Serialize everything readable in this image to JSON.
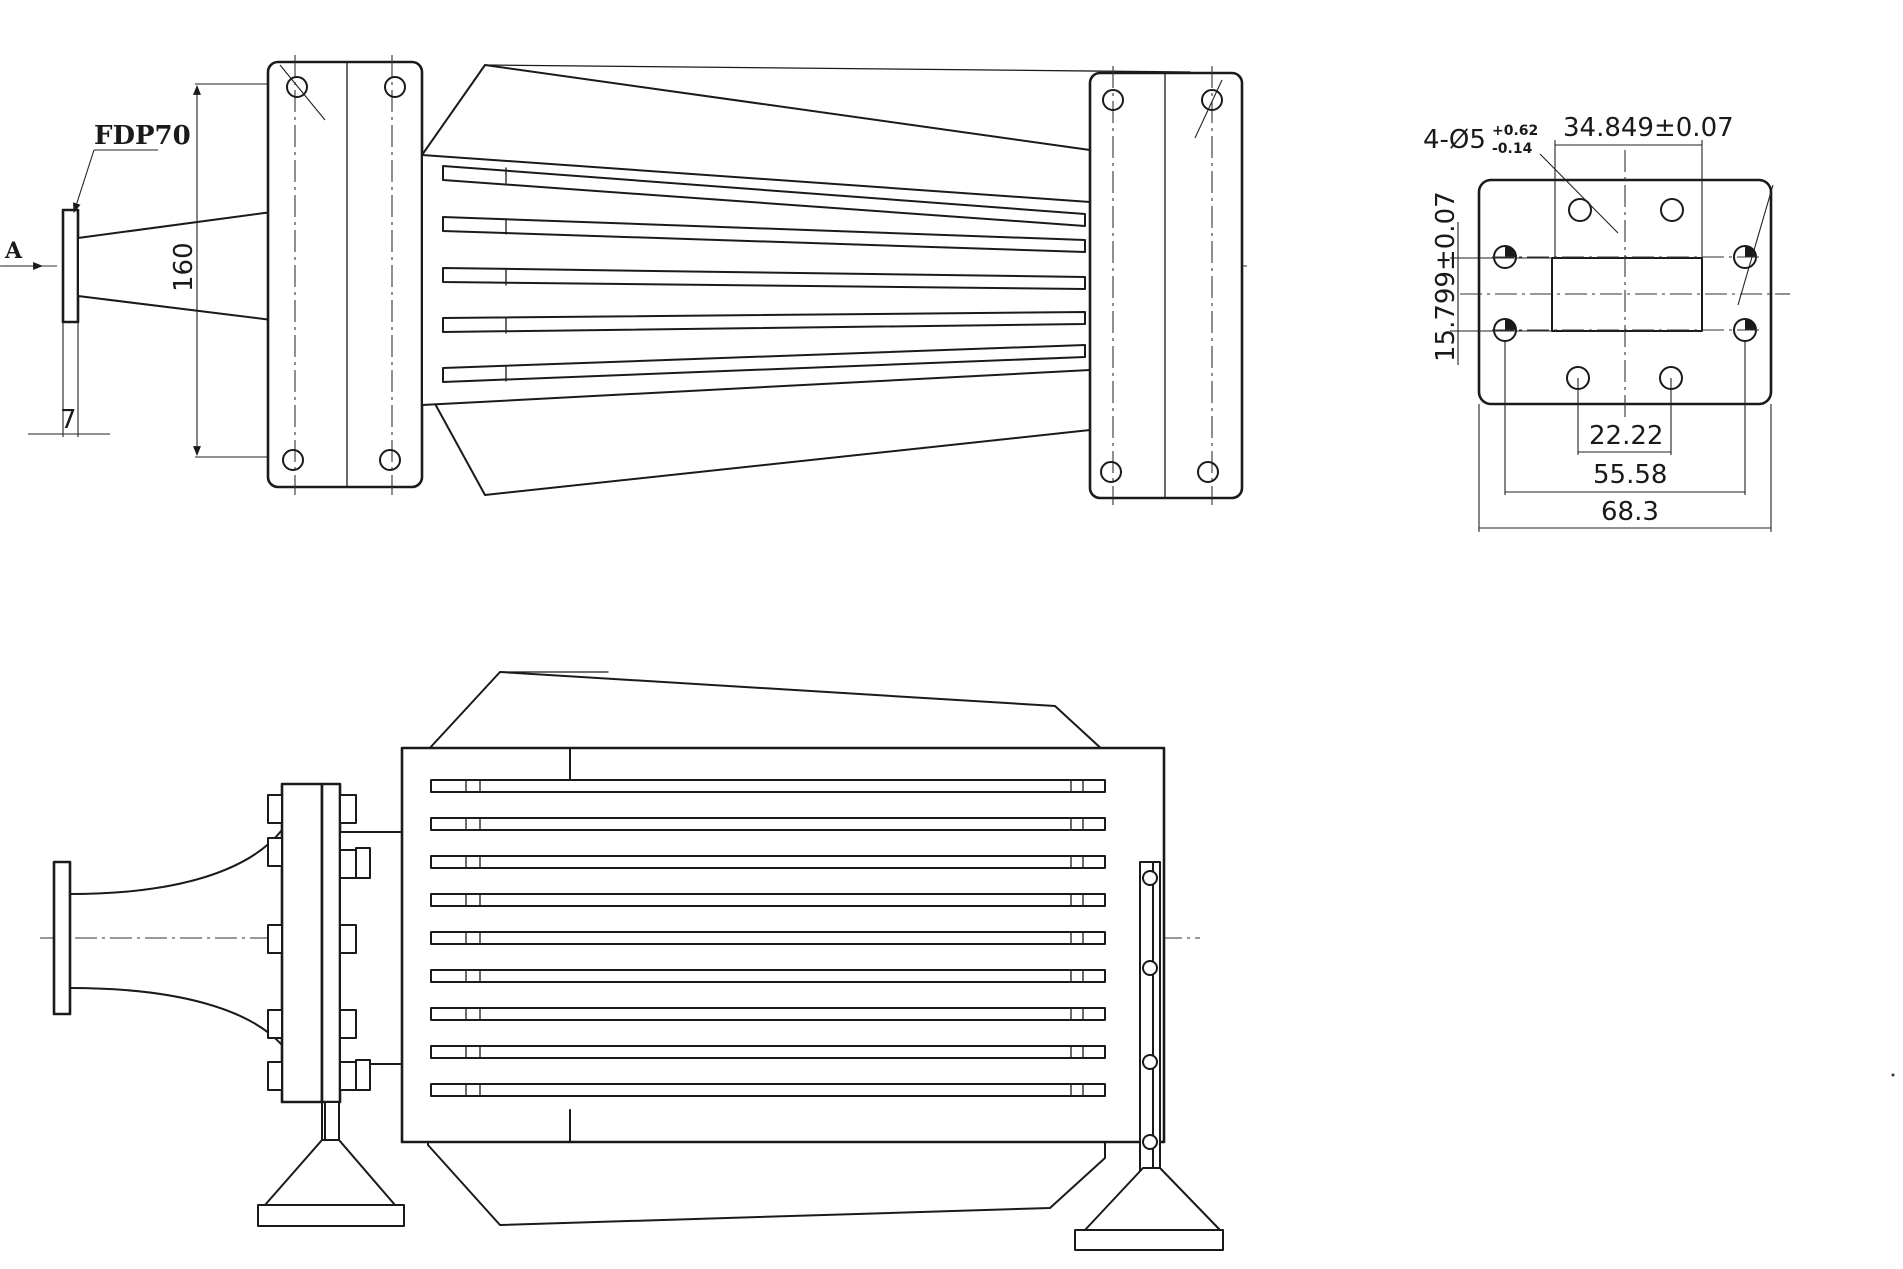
{
  "labels": {
    "flange_model": "FDP70",
    "view_marker": "A",
    "height_dim": "160",
    "flange_thickness_dim": "7"
  },
  "flange_view": {
    "holes_prefix": "4-Ø5",
    "holes_tol_upper": "+0.62",
    "holes_tol_lower": "-0.14",
    "dim_width_aperture": "34.849±0.07",
    "dim_height_aperture": "15.799±0.07",
    "dim_hole_pitch_inner": "22.22",
    "dim_hole_pitch_outer": "55.58",
    "dim_overall_width": "68.3"
  }
}
